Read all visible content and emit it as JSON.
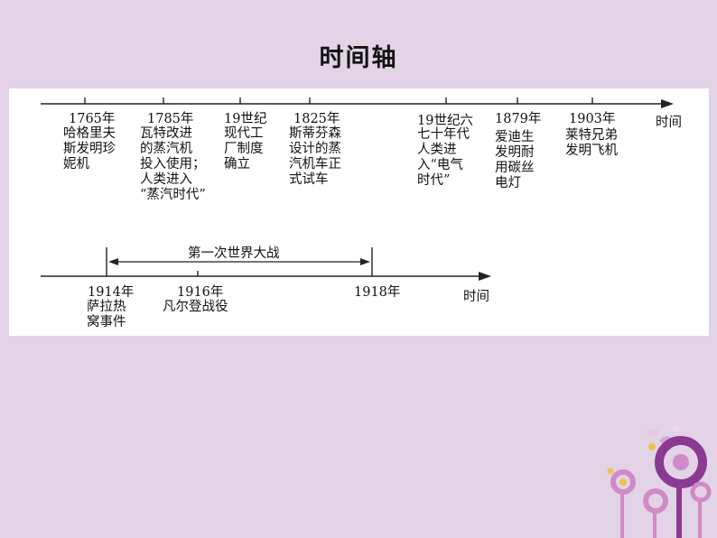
{
  "title": "时间轴",
  "timeline1": {
    "axis_label": "时间",
    "events": [
      {
        "year": "1765年",
        "lines": [
          "哈格里夫",
          "斯发明珍",
          "妮机"
        ]
      },
      {
        "year": "1785年",
        "lines": [
          "瓦特改进",
          "的蒸汽机",
          "投入使用；",
          "人类进入",
          "“蒸汽时代”"
        ]
      },
      {
        "year": "19世纪",
        "lines": [
          "现代工",
          "厂制度",
          "确立"
        ]
      },
      {
        "year": "1825年",
        "lines": [
          "斯蒂芬森",
          "设计的蒸",
          "汽机车正",
          "式试车"
        ]
      },
      {
        "year": "19世纪六",
        "lines": [
          "七十年代",
          "人类进",
          "入“电气",
          "时代”"
        ]
      },
      {
        "year": "1879年",
        "lines": [
          "爱迪生",
          "发明耐",
          "用碳丝",
          "电灯"
        ]
      },
      {
        "year": "1903年",
        "lines": [
          "莱特兄弟",
          "发明飞机"
        ]
      }
    ]
  },
  "timeline2": {
    "axis_label": "时间",
    "war_label": "第一次世界大战",
    "events": [
      {
        "year": "1914年",
        "lines": [
          "萨拉热",
          "窝事件"
        ]
      },
      {
        "year": "1916年",
        "lines": [
          "凡尔登战役"
        ]
      },
      {
        "year": "1918年",
        "lines": []
      }
    ]
  },
  "colors": {
    "background": "#e2d3e6",
    "panel": "#ffffff",
    "decor_purple": "#8a3a92",
    "decor_pink": "#d08ac8",
    "decor_yellow": "#f2c14e"
  }
}
